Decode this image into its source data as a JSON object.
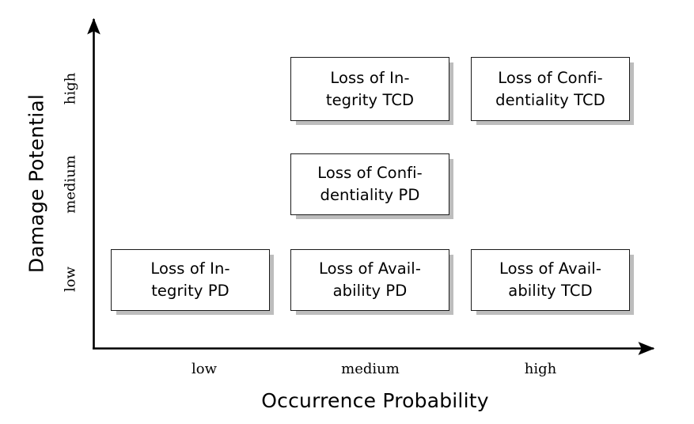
{
  "chart_data": {
    "type": "scatter",
    "title": "",
    "xlabel": "Occurrence Probability",
    "ylabel": "Damage Potential",
    "x_ticks": [
      "low",
      "medium",
      "high"
    ],
    "y_ticks": [
      "low",
      "medium",
      "high"
    ],
    "grid": false,
    "legend": "none",
    "axis_style": "arrow",
    "points": [
      {
        "label_line1": "Loss of In-",
        "label_line2": "tegrity TCD",
        "x": "medium",
        "y": "high"
      },
      {
        "label_line1": "Loss of Confi-",
        "label_line2": "dentiality TCD",
        "x": "high",
        "y": "high"
      },
      {
        "label_line1": "Loss of Confi-",
        "label_line2": "dentiality PD",
        "x": "medium",
        "y": "medium"
      },
      {
        "label_line1": "Loss of In-",
        "label_line2": "tegrity PD",
        "x": "low",
        "y": "low"
      },
      {
        "label_line1": "Loss of Avail-",
        "label_line2": "ability PD",
        "x": "medium",
        "y": "low"
      },
      {
        "label_line1": "Loss of Avail-",
        "label_line2": "ability TCD",
        "x": "high",
        "y": "low"
      }
    ]
  },
  "colors": {
    "background": "#ffffff",
    "axis": "#000000",
    "box_border": "#1a1a1a",
    "box_fill": "#ffffff",
    "box_shadow": "#bdbdbd",
    "text": "#000000"
  }
}
